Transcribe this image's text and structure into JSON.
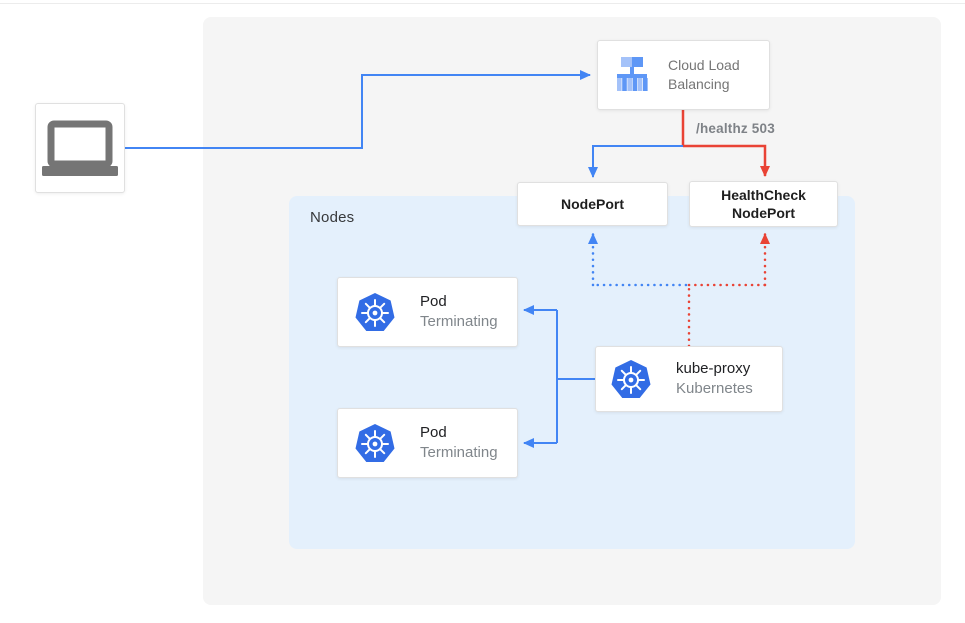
{
  "colors": {
    "flow_blue": "#4285F4",
    "flow_red": "#E94335",
    "panel_bg": "#F5F5F5",
    "nodes_group_bg": "#E4F0FC",
    "kubernetes_blue": "#326CE5",
    "laptop_gray": "#757575",
    "text_dark": "#202124",
    "text_gray": "#80868B"
  },
  "client": {
    "icon": "laptop-icon"
  },
  "cloud_load_balancing": {
    "label": "Cloud Load Balancing",
    "icon": "load-balancer-icon"
  },
  "edge_labels": {
    "healthz": "/healthz 503"
  },
  "nodeport": {
    "label": "NodePort"
  },
  "healthcheck_nodeport": {
    "label": "HealthCheck NodePort"
  },
  "nodes_group": {
    "label": "Nodes"
  },
  "pods": [
    {
      "title": "Pod",
      "status": "Terminating",
      "icon": "kubernetes-icon"
    },
    {
      "title": "Pod",
      "status": "Terminating",
      "icon": "kubernetes-icon"
    }
  ],
  "kube_proxy": {
    "title": "kube-proxy",
    "subtitle": "Kubernetes",
    "icon": "kubernetes-icon"
  }
}
